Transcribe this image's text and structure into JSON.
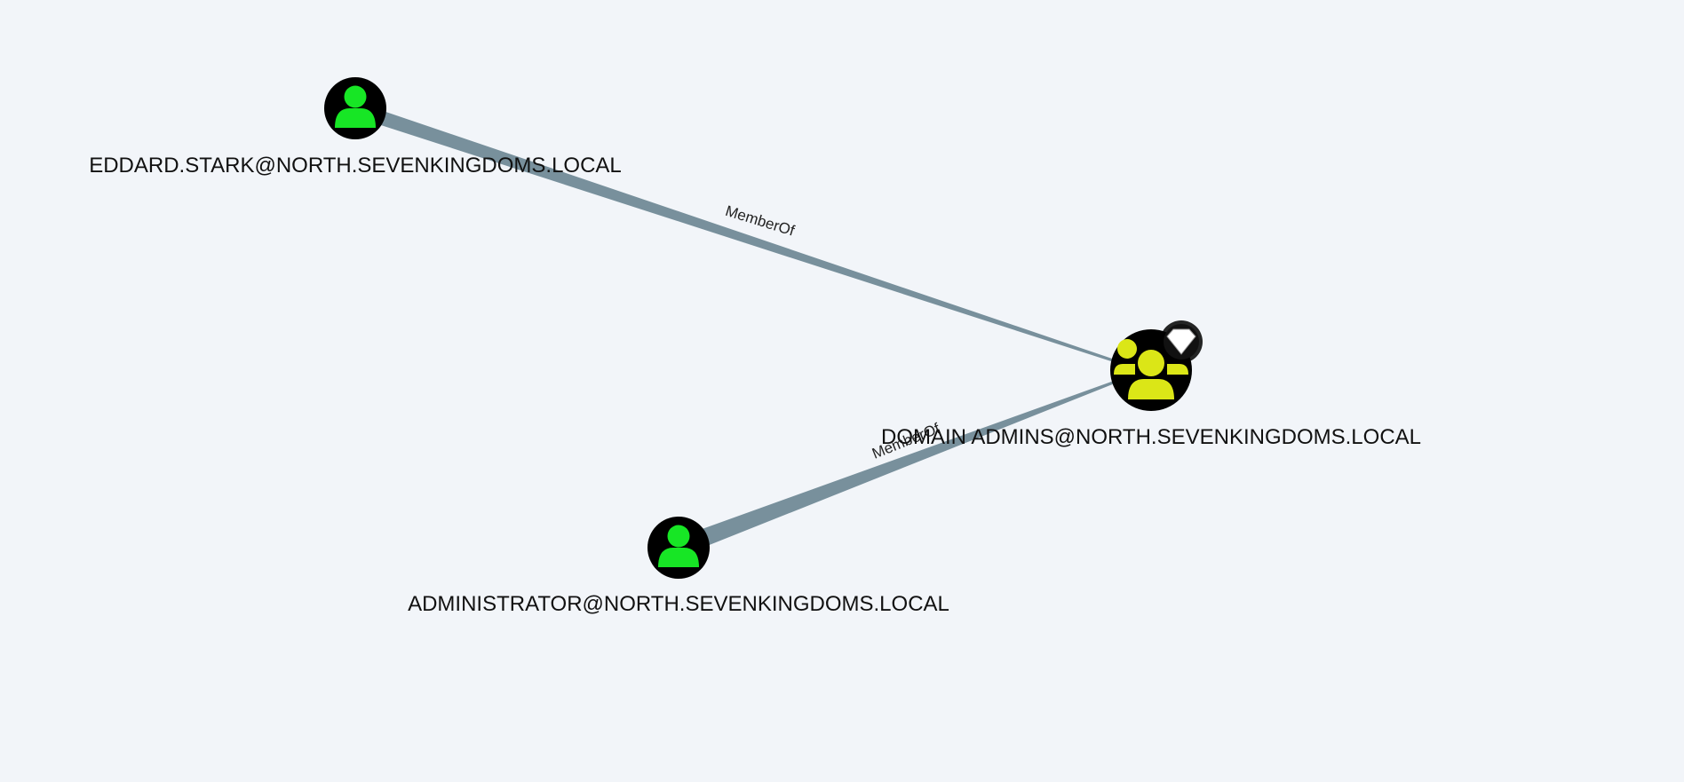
{
  "colors": {
    "background": "#f2f5f9",
    "edge": "#78909c",
    "user": "#17e625",
    "group": "#dbe617",
    "node_fill": "#000000"
  },
  "nodes": [
    {
      "id": "eddard",
      "type": "user",
      "icon": "user-icon",
      "label": "EDDARD.STARK@NORTH.SEVENKINGDOMS.LOCAL"
    },
    {
      "id": "admin",
      "type": "user",
      "icon": "user-icon",
      "label": "ADMINISTRATOR@NORTH.SEVENKINGDOMS.LOCAL"
    },
    {
      "id": "da",
      "type": "group",
      "icon": "group-icon",
      "badge": "diamond-icon",
      "label": "DOMAIN ADMINS@NORTH.SEVENKINGDOMS.LOCAL"
    }
  ],
  "edges": [
    {
      "from": "eddard",
      "to": "da",
      "label": "MemberOf"
    },
    {
      "from": "admin",
      "to": "da",
      "label": "MemberOf"
    }
  ]
}
